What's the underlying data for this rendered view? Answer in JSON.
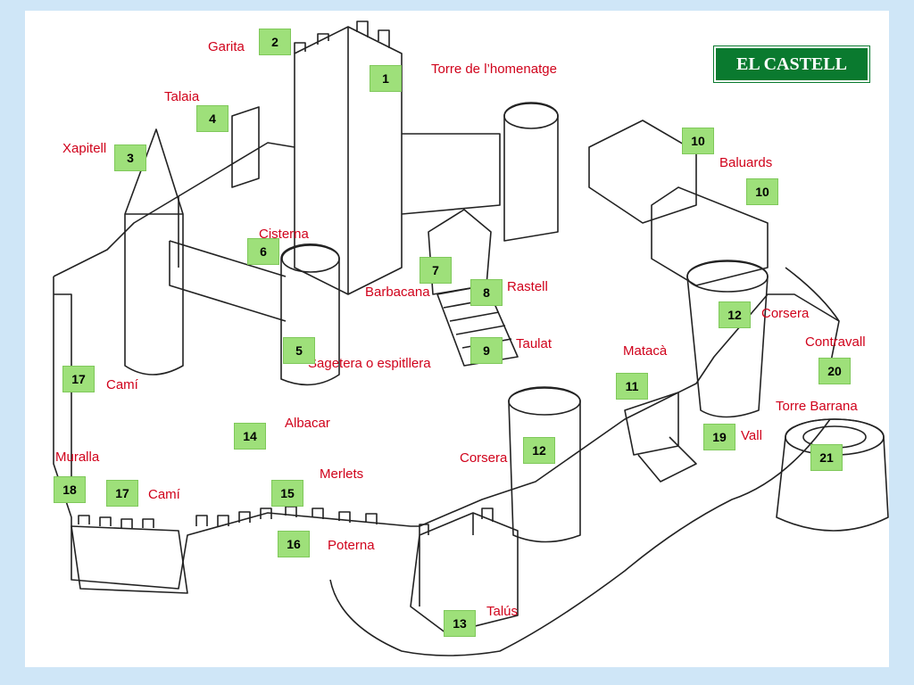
{
  "title": "EL CASTELL",
  "colors": {
    "label": "#d0021b",
    "badge": "#9ee07a",
    "title_bg": "#0a7a2f",
    "background": "#cfe6f7"
  },
  "labels": {
    "garita": "Garita",
    "torre_homenatge": "Torre de l’homenatge",
    "talaia": "Talaia",
    "xapitell": "Xapitell",
    "baluards": "Baluards",
    "cisterna": "Cisterna",
    "barbacana": "Barbacana",
    "rastell": "Rastell",
    "corsera_right": "Corsera",
    "contravall": "Contravall",
    "taulat": "Taulat",
    "matacà": "Matacà",
    "sagetera": "Sagetera o espitllera",
    "cami_left": "Camí",
    "torre_barrana": "Torre Barrana",
    "albacar": "Albacar",
    "vall": "Vall",
    "muralla": "Muralla",
    "corsera_mid": "Corsera",
    "merlets": "Merlets",
    "cami_bottom": "Camí",
    "poterna": "Poterna",
    "talus": "Talús"
  },
  "badges": {
    "b2": "2",
    "b1": "1",
    "b4": "4",
    "b3": "3",
    "b10a": "10",
    "b10b": "10",
    "b6": "6",
    "b7": "7",
    "b8": "8",
    "b12a": "12",
    "b5": "5",
    "b9": "9",
    "b20": "20",
    "b17a": "17",
    "b11": "11",
    "b14": "14",
    "b19": "19",
    "b12b": "12",
    "b21": "21",
    "b18": "18",
    "b17b": "17",
    "b15": "15",
    "b16": "16",
    "b13": "13"
  }
}
